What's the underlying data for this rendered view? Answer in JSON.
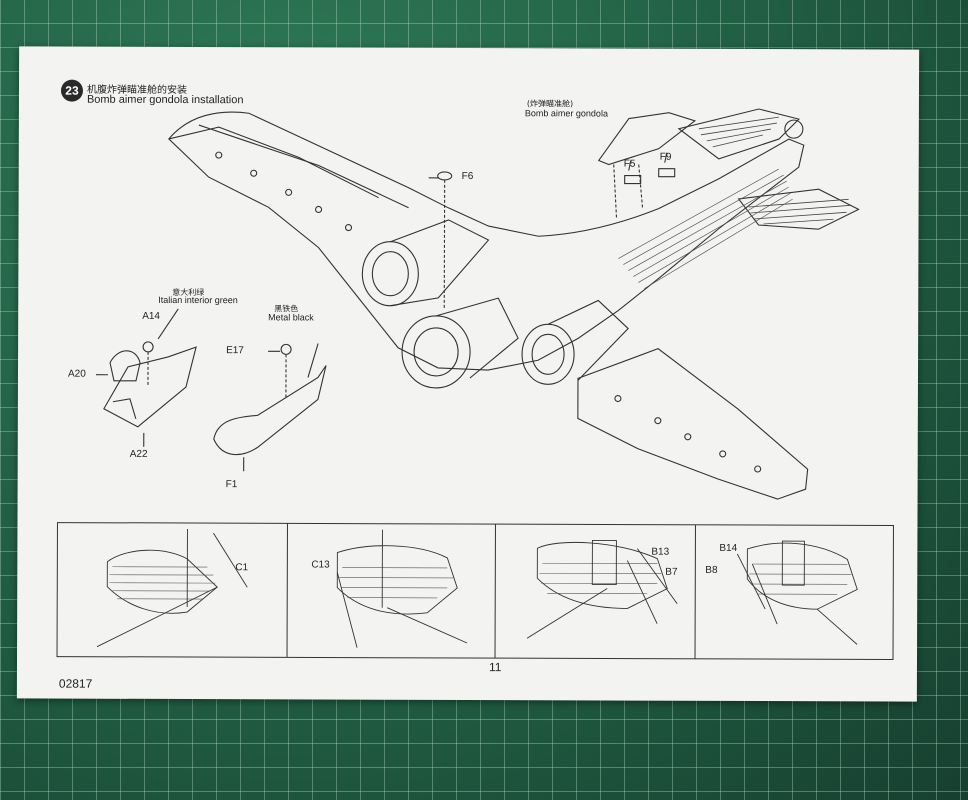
{
  "step": {
    "number": "23",
    "title_cn": "机腹炸弹瞄准舱的安装",
    "title_en": "Bomb aimer gondola installation"
  },
  "callouts": {
    "gondola_cn": "(炸弹瞄准舱)",
    "gondola_en": "Bomb aimer gondola",
    "F5": "F5",
    "F9": "F9",
    "F6": "F6",
    "A14": "A14",
    "A20": "A20",
    "A22": "A22",
    "E17": "E17",
    "F1": "F1",
    "italian_cn": "意大利绿",
    "italian_en": "Italian interior green",
    "metal_cn": "黑铁色",
    "metal_en": "Metal black"
  },
  "subpanels": {
    "C1": "C1",
    "C13": "C13",
    "B13": "B13",
    "B7": "B7",
    "B14": "B14",
    "B8": "B8"
  },
  "footer": {
    "page_number": "11",
    "kit_code": "02817"
  },
  "colors": {
    "mat": "#1f5a40",
    "paper": "#f3f3f1",
    "ink": "#2a2a2a"
  }
}
